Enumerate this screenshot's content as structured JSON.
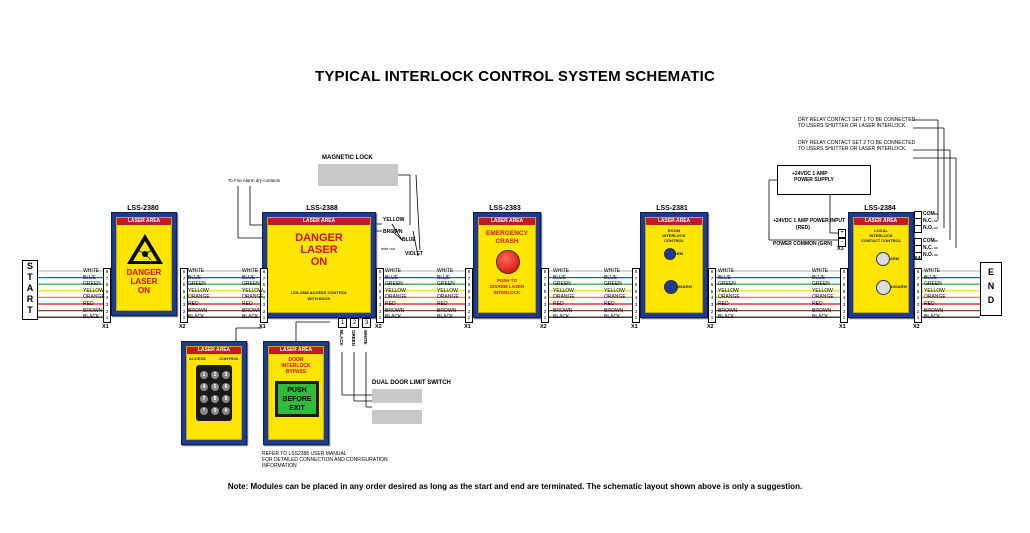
{
  "title": "TYPICAL INTERLOCK CONTROL SYSTEM SCHEMATIC",
  "note": "Note:  Modules can be placed in any order desired as long as the start and end are terminated.  The schematic layout shown above is only a suggestion.",
  "start_label": [
    "S",
    "T",
    "A",
    "R",
    "T"
  ],
  "end_label": [
    "E",
    "N",
    "D"
  ],
  "wire_colors": [
    "WHITE",
    "BLUE",
    "GREEN",
    "YELLOW",
    "ORANGE",
    "RED",
    "BROWN",
    "BLACK"
  ],
  "wire_hex": [
    "#bfbfbf",
    "#1f5bd8",
    "#1a9a2a",
    "#f2d000",
    "#f08a00",
    "#e01010",
    "#7a4a1a",
    "#000000"
  ],
  "pins": [
    "8",
    "7",
    "6",
    "5",
    "4",
    "3",
    "2",
    "1"
  ],
  "x1": "X1",
  "x2": "X2",
  "x3": "X3",
  "x4": "X4",
  "modules": {
    "m2380": {
      "model": "LSS-2380",
      "banner": "LASER AREA",
      "line1": "DANGER",
      "line2": "LASER",
      "line3": "ON"
    },
    "m2388": {
      "model": "LSS-2388",
      "banner": "LASER AREA",
      "line1": "DANGER",
      "line2": "LASER",
      "line3": "ON",
      "sub1": "LSS-2388 ACCESS CONTROL",
      "sub2": "WITH BACK"
    },
    "m2383": {
      "model": "LSS-2383",
      "banner": "LASER AREA",
      "line1": "EMERGENCY",
      "line2": "CRASH",
      "sub1": "PUSH TO",
      "sub2": "DISARM LASER",
      "sub3": "INTERLOCK"
    },
    "m2381": {
      "model": "LSS-2381",
      "banner": "LASER AREA",
      "line1": "ROOM",
      "line2": "INTERLOCK",
      "line3": "CONTROL",
      "arm": "ARM",
      "disarm": "DISARM"
    },
    "m2384": {
      "model": "LSS-2384",
      "banner": "LASER AREA",
      "line1": "LOCAL",
      "line2": "INTERLOCK",
      "line3": "CONTACT CONTROL",
      "arm": "ARM",
      "disarm": "DISARM"
    },
    "keypad": {
      "banner": "LASER AREA",
      "access": "ACCESS",
      "control": "CONTROL",
      "keys": [
        "1",
        "2",
        "3",
        "4",
        "5",
        "6",
        "7",
        "8",
        "9",
        "*",
        "0",
        "#"
      ]
    },
    "bypass": {
      "banner": "LASER AREA",
      "line1": "DOOR",
      "line2": "INTERLOCK",
      "line3": "BYPASS",
      "btn1": "PUSH",
      "btn2": "BEFORE",
      "btn3": "EXIT"
    }
  },
  "magnetic_lock": "MAGNETIC LOCK",
  "fire_alarm": "To Fire Alarm dry contacts",
  "mag_wires": {
    "yellow": "YELLOW",
    "brown": "BROWN",
    "blue": "BLUE",
    "violet": "VIOLET",
    "wire_nut": "wire nut"
  },
  "door_switch": {
    "label": "DUAL DOOR LIMIT SWITCH",
    "pins": [
      "1",
      "2",
      "3"
    ],
    "wires": [
      "BLACK",
      "GREEN",
      "WHITE"
    ]
  },
  "refer": [
    "REFER TO LSS2388 USER MANUAL",
    "FOR DETAILED CONNECTION AND CONFIGURATION",
    "INFORMATION"
  ],
  "power_supply": [
    "+24VDC 1 AMP",
    "POWER SUPPLY"
  ],
  "power_input": [
    "+24VDC 1 AMP POWER INPUT",
    "(RED)"
  ],
  "power_common": "POWER COMMON (GRN)",
  "relay1": [
    "DRY RELAY CONTACT SET 1 TO BE CONNECTED",
    "TO USERS SHUTTER OR LASER INTERLOCK."
  ],
  "relay2": [
    "DRY RELAY CONTACT SET 2 TO BE CONNECTED",
    "TO USERS SHUTTER OR LASER INTERLOCK."
  ],
  "relay_pins": [
    "COM",
    "N.C.",
    "N.O.",
    "COM",
    "N.C.",
    "N.O."
  ],
  "pwr_pins": [
    "+",
    "-"
  ]
}
